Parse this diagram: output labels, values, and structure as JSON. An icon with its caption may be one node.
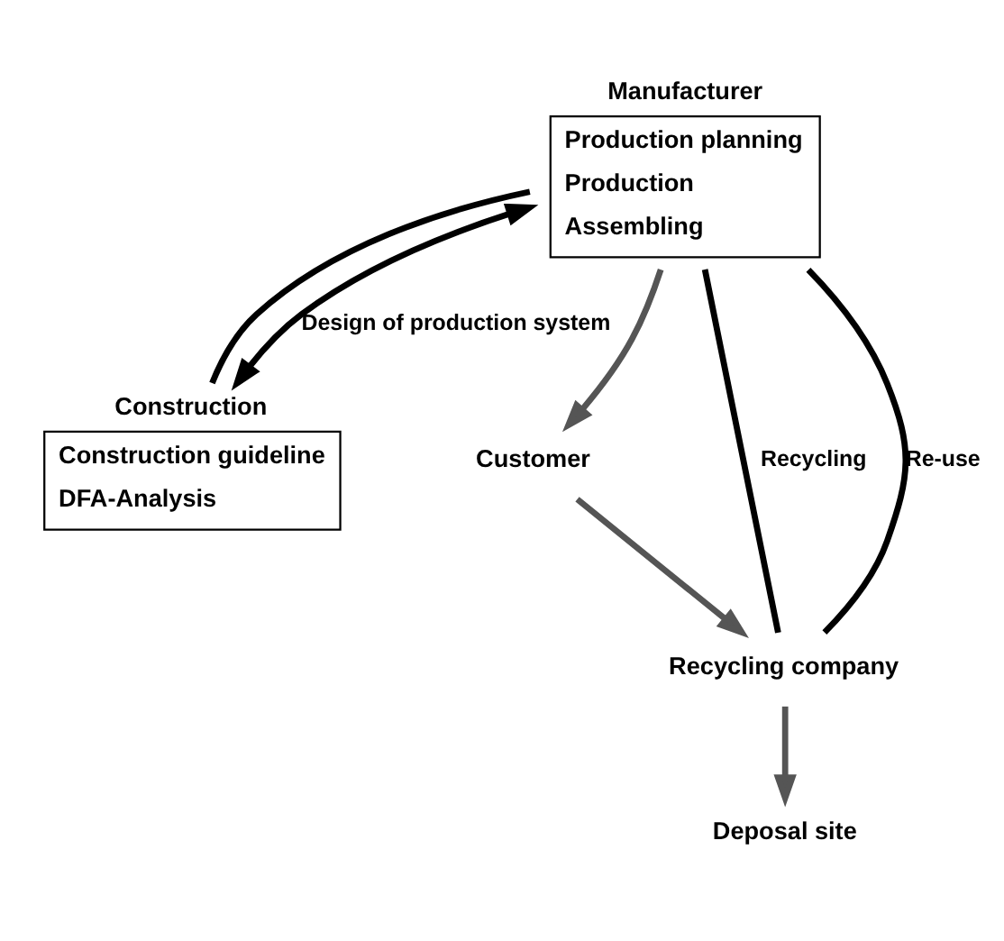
{
  "diagram": {
    "nodes": [
      {
        "text": [
          "Manufacturer",
          "Production planning",
          "Production",
          "Assembling"
        ]
      },
      {
        "text": [
          "Construction",
          "Construction guideline",
          "DFA-Analysis"
        ]
      },
      {
        "text": [
          "Customer"
        ]
      },
      {
        "text": [
          "Recycling company"
        ]
      },
      {
        "text": [
          "Deposal site"
        ]
      }
    ],
    "edges": [
      {
        "from": 1,
        "to": 0,
        "arrow": "both",
        "label": "Design of production system"
      },
      {
        "from": 0,
        "to": 1,
        "arrow": "none"
      },
      {
        "from": 0,
        "to": 2,
        "arrow": "to",
        "color": "#555555"
      },
      {
        "from": 2,
        "to": 3,
        "arrow": "to",
        "color": "#555555"
      },
      {
        "from": 3,
        "to": 4,
        "arrow": "to",
        "color": "#555555"
      },
      {
        "from": 3,
        "to": 0,
        "arrow": "none",
        "label": "Recycling"
      },
      {
        "from": 3,
        "to": 0,
        "arrow": "none",
        "label": "Re-use"
      }
    ]
  }
}
